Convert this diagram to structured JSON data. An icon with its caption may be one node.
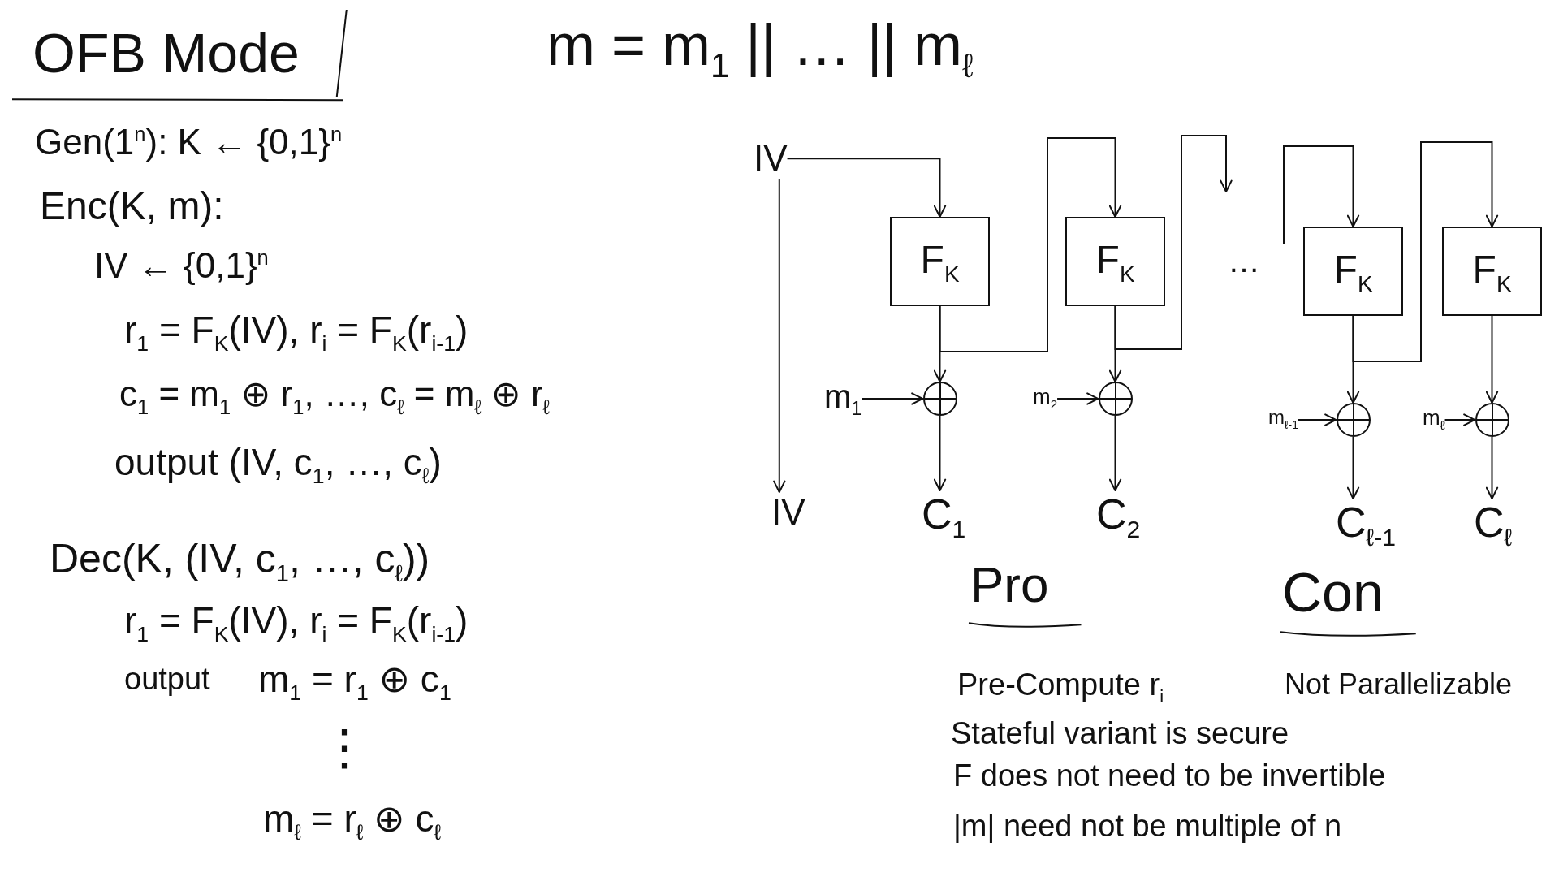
{
  "diagram": {
    "title": "OFB Mode",
    "nodes": [
      {
        "text": [
          "IV"
        ]
      },
      {
        "text": [
          "F$_{K}$"
        ]
      },
      {
        "text": [
          "F$_{K}$"
        ]
      },
      {
        "text": [
          "F$_{K}$"
        ]
      },
      {
        "text": [
          "F$_{K}$"
        ]
      },
      {
        "text": [
          "m$_{1}$"
        ]
      },
      {
        "text": [],
        "shape": "circle"
      },
      {
        "text": [
          "m$_{2}$"
        ]
      },
      {
        "text": [],
        "shape": "circle"
      },
      {
        "text": [
          "m$_{ℓ-1}$"
        ]
      },
      {
        "text": [],
        "shape": "circle"
      },
      {
        "text": [
          "m$_{ℓ}$"
        ]
      },
      {
        "text": [],
        "shape": "circle"
      },
      {
        "text": [
          "IV"
        ]
      },
      {
        "text": [
          "C$_{1}$"
        ]
      },
      {
        "text": [
          "C$_{2}$"
        ]
      },
      {
        "text": [
          "C$_{ℓ-1}$"
        ]
      },
      {
        "text": [
          "C$_{ℓ}$"
        ]
      }
    ],
    "edges": [
      {
        "from": 0,
        "to": 1,
        "arrow": "to"
      },
      {
        "from": 0,
        "to": 13,
        "arrow": "to"
      },
      {
        "from": 1,
        "to": 6,
        "arrow": "to"
      },
      {
        "from": 1,
        "to": 2,
        "arrow": "to"
      },
      {
        "from": 5,
        "to": 6,
        "arrow": "to"
      },
      {
        "from": 6,
        "to": 14,
        "arrow": "to"
      },
      {
        "from": 2,
        "to": 8,
        "arrow": "to"
      },
      {
        "from": 2,
        "to": null,
        "arrow": "to"
      },
      {
        "from": 7,
        "to": 8,
        "arrow": "to"
      },
      {
        "from": 8,
        "to": 15,
        "arrow": "to"
      },
      {
        "from": null,
        "to": 3,
        "arrow": "to"
      },
      {
        "from": 3,
        "to": 10,
        "arrow": "to"
      },
      {
        "from": 3,
        "to": 4,
        "arrow": "to"
      },
      {
        "from": 9,
        "to": 10,
        "arrow": "to"
      },
      {
        "from": 10,
        "to": 16,
        "arrow": "to"
      },
      {
        "from": 4,
        "to": 12,
        "arrow": "to"
      },
      {
        "from": 11,
        "to": 12,
        "arrow": "to"
      },
      {
        "from": 12,
        "to": 17,
        "arrow": "to"
      }
    ],
    "labels": [
      "m = m$_{1}$ || … || m$_{ℓ}$",
      "Gen(1$^{n}$): K ← {0,1}$^{n}$",
      "Enc(K, m):",
      "IV ← {0,1}$^{n}$",
      "…",
      "r$_{1}$ = F$_{K}$(IV), r$_{i}$ = F$_{K}$(r$_{i-1}$)",
      "c$_{1}$ = m$_{1}$ ⊕ r$_{1}$, …, c$_{ℓ}$ = m$_{ℓ}$ ⊕ r$_{ℓ}$",
      "output (IV, c$_{1}$, …, c$_{ℓ}$)",
      "Dec(K, (IV, c$_{1}$, …, c$_{ℓ}$))",
      "r$_{1}$ = F$_{K}$(IV), r$_{i}$ = F$_{K}$(r$_{i-1}$)",
      "output",
      "m$_{1}$ = r$_{1}$ ⊕ c$_{1}$",
      "⋮",
      "m$_{ℓ}$ = r$_{ℓ}$ ⊕ c$_{ℓ}$",
      "Pro",
      "Con",
      "Pre-Compute r$_{i}$",
      "Not Parallelizable",
      "Stateful variant is secure",
      "F does not need to be invertible",
      "|m| need not be multiple of n"
    ]
  }
}
